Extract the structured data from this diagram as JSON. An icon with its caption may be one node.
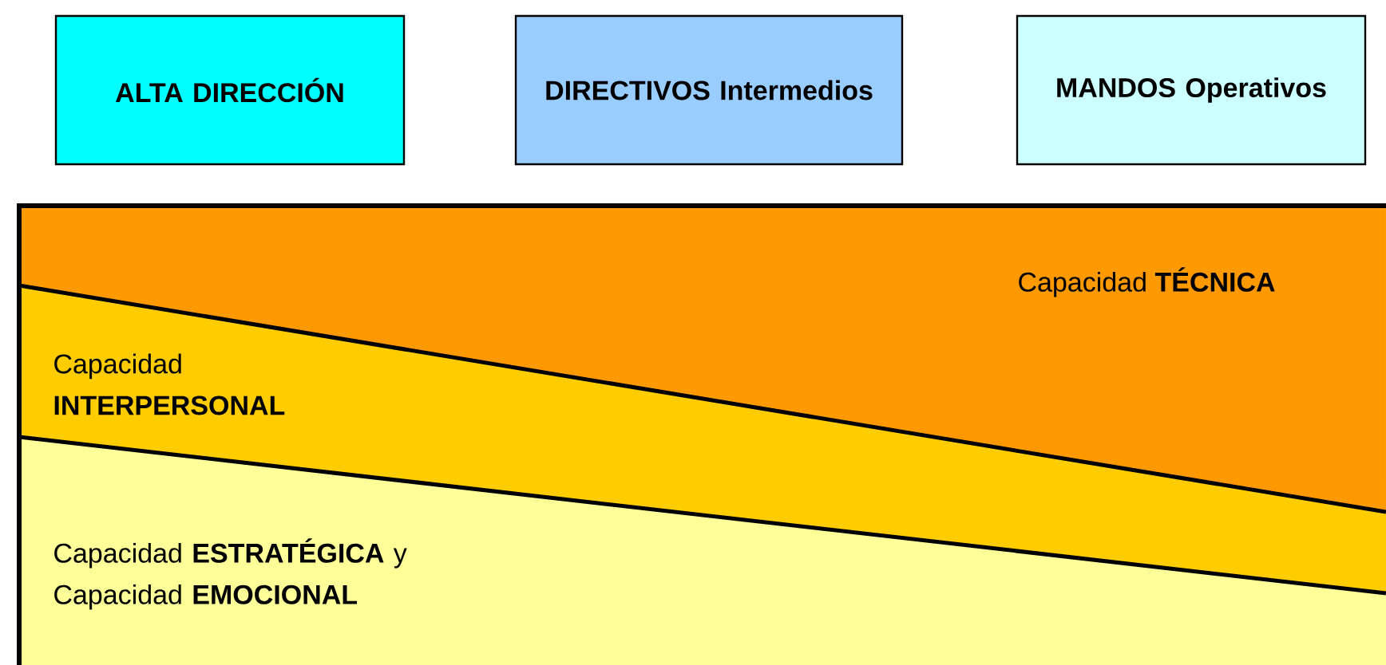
{
  "diagram": {
    "nodes": [
      {
        "text": [
          "ALTA DIRECCIÓN"
        ]
      },
      {
        "text": [
          "DIRECTIVOS Intermedios"
        ]
      },
      {
        "text": [
          "MANDOS Operativos"
        ]
      },
      {
        "text": [
          "Capacidad **TÉCNICA**"
        ]
      },
      {
        "text": [
          "Capacidad **INTERPERSONAL**"
        ]
      },
      {
        "text": [
          "Capacidad **ESTRATÉGICA** y Capacidad **EMOCIONAL**"
        ]
      }
    ]
  }
}
